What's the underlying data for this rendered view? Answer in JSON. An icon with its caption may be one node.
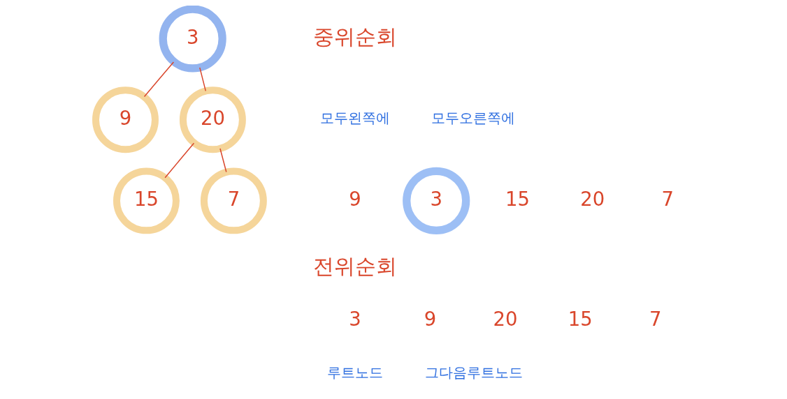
{
  "diagram": {
    "nodes": [
      {
        "text": [
          "3"
        ]
      },
      {
        "text": [
          "9"
        ]
      },
      {
        "text": [
          "20"
        ]
      },
      {
        "text": [
          "15"
        ]
      },
      {
        "text": [
          "7"
        ]
      },
      {
        "text": [
          "3"
        ]
      }
    ],
    "edges": [
      {
        "from": 0,
        "to": 1,
        "arrow": "none"
      },
      {
        "from": 0,
        "to": 2,
        "arrow": "none"
      },
      {
        "from": 2,
        "to": 3,
        "arrow": "none"
      },
      {
        "from": 2,
        "to": 4,
        "arrow": "none"
      }
    ],
    "labels": [
      "중위순회",
      "모두왼쪽에",
      "모두오른쪽에",
      "9",
      "15",
      "20",
      "7",
      "전위순회",
      "3",
      "9",
      "20",
      "15",
      "7",
      "루트노드",
      "그다음루트노드"
    ]
  }
}
